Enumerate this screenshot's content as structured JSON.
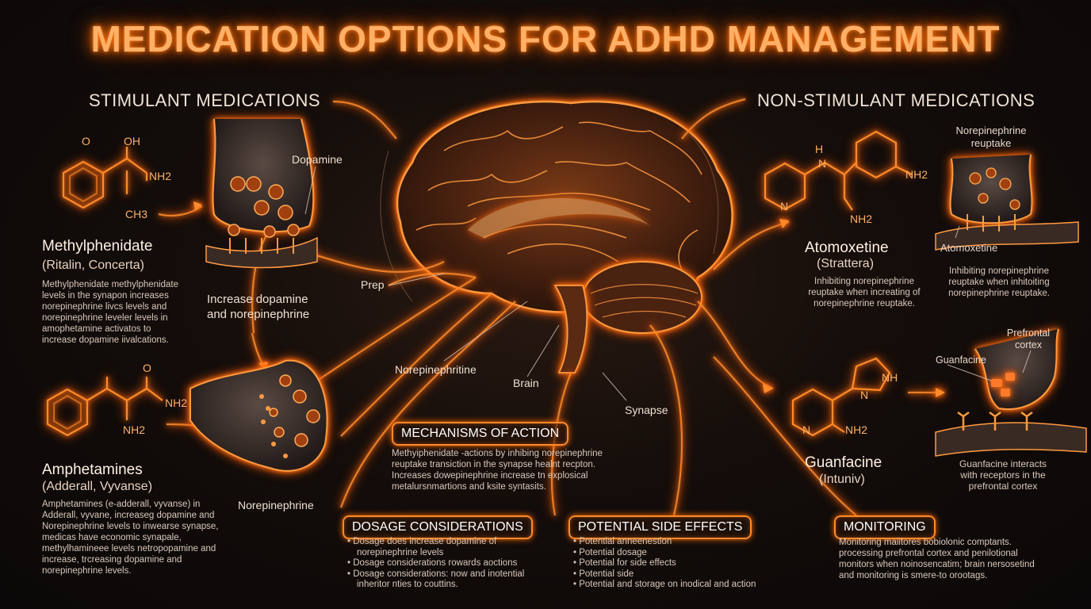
{
  "title": "MEDICATION OPTIONS FOR ADHD MANAGEMENT",
  "stimulant": {
    "heading": "STIMULANT MEDICATIONS",
    "methylphenidate": {
      "name": "Methylphenidate",
      "brands": "(Ritalin, Concerta)",
      "desc": [
        "Methylphenidate methylphenidate",
        "levels in the synapon increases",
        "norepinephrine livcs levels and",
        "norepinephrine leveler levels in",
        "amophetamine activatos to",
        "increase dopamine iivalcations."
      ],
      "formula_labels": [
        "O",
        "OH",
        "NH2",
        "CH3"
      ]
    },
    "amphetamines": {
      "name": "Amphetamines",
      "brands": "(Adderall, Vyvanse)",
      "desc": [
        "Amphetamines (e-adderall, vyvanse) in",
        "Adderall, vyvane, increaseg dopamine and",
        "Norepinephrine levels to inwearse synapse,",
        "medicas have economic synapale,",
        "methylhamineee levels netropopamine and",
        "increase, trcreasing dopamine and",
        "norepinephrine levels."
      ],
      "formula_labels": [
        "O",
        "NH2",
        "NH2"
      ]
    },
    "synapse_labels": {
      "dopamine": "Dopamine",
      "increase": [
        "Increase dopamine",
        "and norepinephrine"
      ],
      "norepinephrine": "Norepinephrine"
    }
  },
  "brain_labels": {
    "prep": "Prep",
    "norepi": "Norepinephritine",
    "brain": "Brain",
    "synapse": "Synapse"
  },
  "mechanisms": {
    "heading": "MECHANISMS OF ACTION",
    "desc": [
      "Methyiphenidate -actions by inhibing norepinephrine",
      "reuptake transiction in the synapse healnt recpton.",
      "Increases dowepinephrine increase tn explosical",
      "metalursnmartions and ksite syntasits."
    ]
  },
  "non_stimulant": {
    "heading": "NON-STIMULANT MEDICATIONS",
    "atomoxetine": {
      "name": "Atomoxetine",
      "brands": "(Strattera)",
      "desc": [
        "Inhibiting norepinephrine",
        "reuptake when increating of",
        "norepinephrine reuptake."
      ],
      "formula_labels": [
        "H",
        "N",
        "N",
        "NH2",
        "NH2"
      ]
    },
    "guanfacine": {
      "name": "Guanfacine",
      "brands": "(Intuniv)",
      "desc": [
        "Guanfacine interacts",
        "with receptors in the",
        "prefrontal cortex"
      ],
      "formula_labels": [
        "NH",
        "N",
        "N",
        "NH2"
      ]
    },
    "reuptake_label": [
      "Norepinephrine",
      "reuptake"
    ],
    "atomoxetine_label": "Atomoxetine",
    "atomoxetine_synapse_desc": [
      "Inhibiting norepinephrine",
      "reuptake when inhitoiting",
      "norepinephrine reuptake."
    ],
    "prefrontal_label": [
      "Prefrontal",
      "cortex"
    ],
    "guanfacine_label": "Guanfacine"
  },
  "dosage": {
    "heading": "DOSAGE CONSIDERATIONS",
    "items": [
      "Dosage does increase dopamine of",
      "norepinephrine levels",
      "Dosage considerations rowards aoctions",
      "Dosage considerations: now and inotential",
      "inheritor nties to couttins."
    ],
    "bullet_flags": [
      true,
      false,
      true,
      true,
      false
    ]
  },
  "side_effects": {
    "heading": "POTENTIAL SIDE EFFECTS",
    "items": [
      "Potential anneenestion",
      "Potential dosage",
      "Potential for side effects",
      "Potential side",
      "Potential and storage on inodical and action"
    ]
  },
  "monitoring": {
    "heading": "MONITORING",
    "desc": [
      "Monitoring maiitores bobiolonic comptants.",
      "processing prefrontal cortex and penilotional",
      "monitors when noinosencatim; brain nersosetind",
      "and monitoring is smere-to orootags."
    ]
  },
  "colors": {
    "accent": "#ff8a2a",
    "glow": "#ff6a00",
    "bg": "#140d0a"
  }
}
